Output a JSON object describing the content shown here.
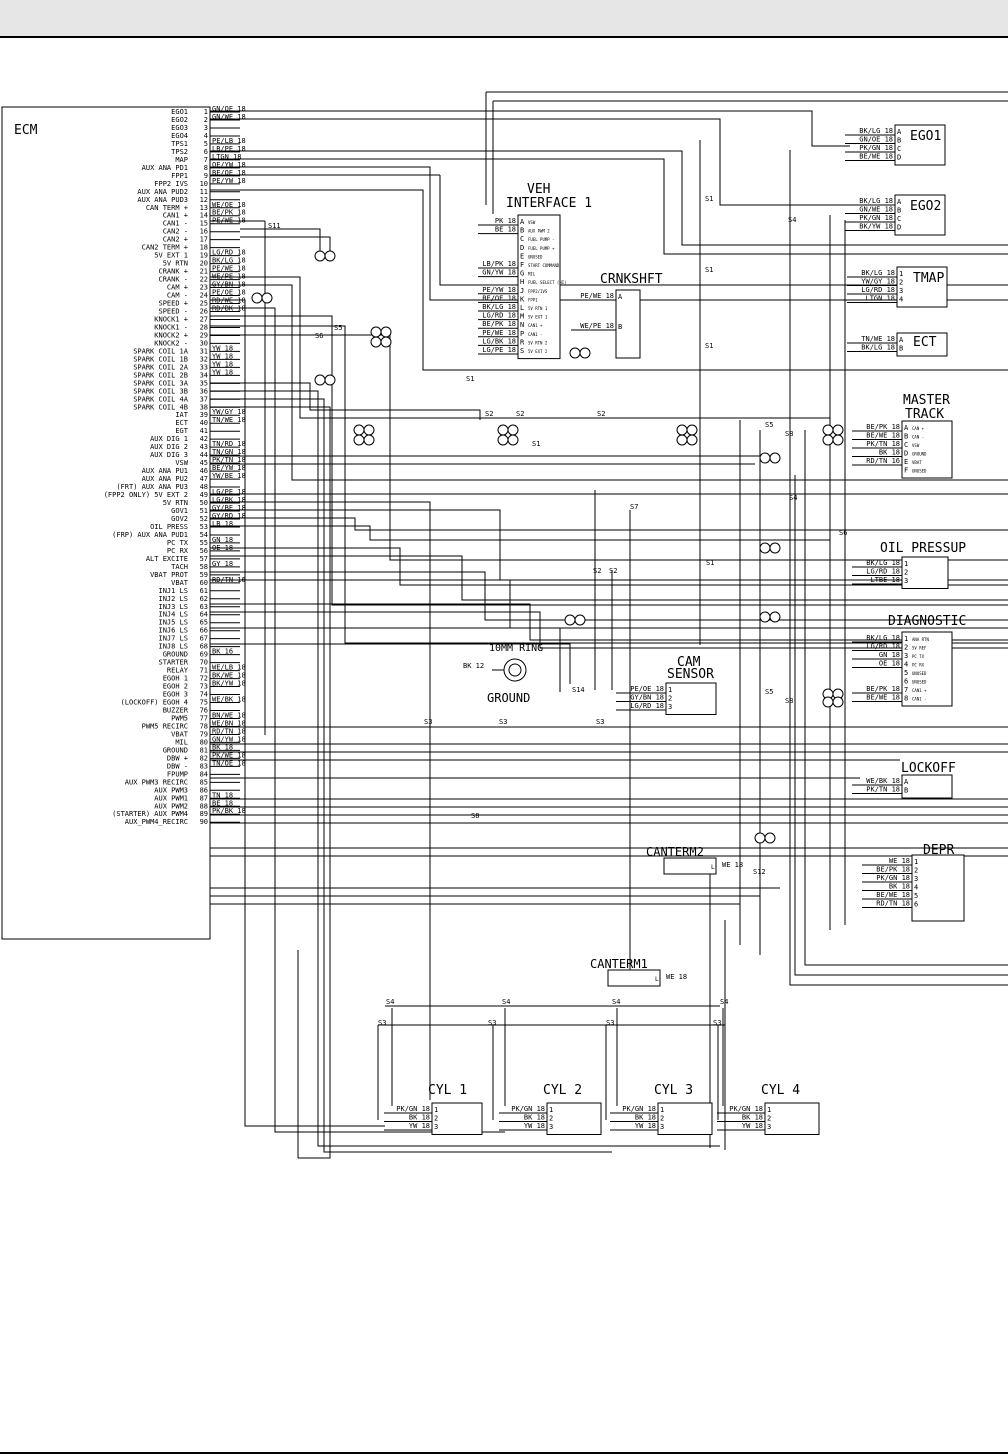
{
  "ecm": {
    "title": "ECM",
    "pins": [
      {
        "n": "1",
        "label": "EGO1",
        "wire": "GN/OE 18"
      },
      {
        "n": "2",
        "label": "EGO2",
        "wire": "GN/WE 18"
      },
      {
        "n": "3",
        "label": "EGO3",
        "wire": ""
      },
      {
        "n": "4",
        "label": "EGO4",
        "wire": ""
      },
      {
        "n": "5",
        "label": "TPS1",
        "wire": "PE/LB 18"
      },
      {
        "n": "6",
        "label": "TPS2",
        "wire": "LB/PE 18"
      },
      {
        "n": "7",
        "label": "MAP",
        "wire": "LTGN 18"
      },
      {
        "n": "8",
        "label": "AUX ANA PD1",
        "wire": "OE/YW 18"
      },
      {
        "n": "9",
        "label": "FPP1",
        "wire": "BE/OE 18"
      },
      {
        "n": "10",
        "label": "FPP2 IVS",
        "wire": "PE/YW 18"
      },
      {
        "n": "11",
        "label": "AUX ANA PUD2",
        "wire": ""
      },
      {
        "n": "12",
        "label": "AUX ANA PUD3",
        "wire": ""
      },
      {
        "n": "13",
        "label": "CAN TERM +",
        "wire": "WE/OE 18"
      },
      {
        "n": "14",
        "label": "CAN1 +",
        "wire": "BE/PK 18"
      },
      {
        "n": "15",
        "label": "CAN1 -",
        "wire": "PE/WE 18"
      },
      {
        "n": "16",
        "label": "CAN2 -",
        "wire": ""
      },
      {
        "n": "17",
        "label": "CAN2 +",
        "wire": ""
      },
      {
        "n": "18",
        "label": "CAN2 TERM +",
        "wire": ""
      },
      {
        "n": "19",
        "label": "5V EXT 1",
        "wire": "LG/RD 18"
      },
      {
        "n": "20",
        "label": "5V RTN",
        "wire": "BK/LG 18"
      },
      {
        "n": "21",
        "label": "CRANK +",
        "wire": "PE/WE 18"
      },
      {
        "n": "22",
        "label": "CRANK -",
        "wire": "WE/PE 18"
      },
      {
        "n": "23",
        "label": "CAM +",
        "wire": "GY/BN 18"
      },
      {
        "n": "24",
        "label": "CAM -",
        "wire": "PE/OE 18"
      },
      {
        "n": "25",
        "label": "SPEED +",
        "wire": "RD/WE 18"
      },
      {
        "n": "26",
        "label": "SPEED -",
        "wire": "RD/BK 18"
      },
      {
        "n": "27",
        "label": "KNOCK1 +",
        "wire": ""
      },
      {
        "n": "28",
        "label": "KNOCK1 -",
        "wire": ""
      },
      {
        "n": "29",
        "label": "KNOCK2 +",
        "wire": ""
      },
      {
        "n": "30",
        "label": "KNOCK2 -",
        "wire": ""
      },
      {
        "n": "31",
        "label": "SPARK COIL 1A",
        "wire": "YW 18"
      },
      {
        "n": "32",
        "label": "SPARK COIL 1B",
        "wire": "YW 18"
      },
      {
        "n": "33",
        "label": "SPARK COIL 2A",
        "wire": "YW 18"
      },
      {
        "n": "34",
        "label": "SPARK COIL 2B",
        "wire": "YW 18"
      },
      {
        "n": "35",
        "label": "SPARK COIL 3A",
        "wire": ""
      },
      {
        "n": "36",
        "label": "SPARK COIL 3B",
        "wire": ""
      },
      {
        "n": "37",
        "label": "SPARK COIL 4A",
        "wire": ""
      },
      {
        "n": "38",
        "label": "SPARK COIL 4B",
        "wire": ""
      },
      {
        "n": "39",
        "label": "IAT",
        "wire": "YW/GY 18"
      },
      {
        "n": "40",
        "label": "ECT",
        "wire": "TN/WE 18"
      },
      {
        "n": "41",
        "label": "EGT",
        "wire": ""
      },
      {
        "n": "42",
        "label": "AUX DIG 1",
        "wire": ""
      },
      {
        "n": "43",
        "label": "AUX DIG 2",
        "wire": "TN/RD 18"
      },
      {
        "n": "44",
        "label": "AUX DIG 3",
        "wire": "TN/GN 18"
      },
      {
        "n": "45",
        "label": "VSW",
        "wire": "PK/TN 18"
      },
      {
        "n": "46",
        "label": "AUX ANA PU1",
        "wire": "BE/YW 18"
      },
      {
        "n": "47",
        "label": "AUX ANA PU2",
        "wire": "YW/BE 18"
      },
      {
        "n": "48",
        "label": "(FRT) AUX ANA PU3",
        "wire": ""
      },
      {
        "n": "49",
        "label": "(FPP2 ONLY) 5V EXT 2",
        "wire": "LG/PE 18"
      },
      {
        "n": "50",
        "label": "5V RTN",
        "wire": "LG/BK 18"
      },
      {
        "n": "51",
        "label": "GOV1",
        "wire": "GY/BE 18"
      },
      {
        "n": "52",
        "label": "GOV2",
        "wire": "GY/RD 18"
      },
      {
        "n": "53",
        "label": "OIL PRESS",
        "wire": "LB 18"
      },
      {
        "n": "54",
        "label": "(FRP) AUX ANA PUD1",
        "wire": ""
      },
      {
        "n": "55",
        "label": "PC TX",
        "wire": "GN 18"
      },
      {
        "n": "56",
        "label": "PC RX",
        "wire": "OE 18"
      },
      {
        "n": "57",
        "label": "ALT EXCITE",
        "wire": ""
      },
      {
        "n": "58",
        "label": "TACH",
        "wire": "GY 18"
      },
      {
        "n": "59",
        "label": "VBAT PROT",
        "wire": ""
      },
      {
        "n": "60",
        "label": "VBAT",
        "wire": "RD/TN 16"
      },
      {
        "n": "61",
        "label": "INJ1 LS",
        "wire": ""
      },
      {
        "n": "62",
        "label": "INJ2 LS",
        "wire": ""
      },
      {
        "n": "63",
        "label": "INJ3 LS",
        "wire": ""
      },
      {
        "n": "64",
        "label": "INJ4 LS",
        "wire": ""
      },
      {
        "n": "65",
        "label": "INJ5 LS",
        "wire": ""
      },
      {
        "n": "66",
        "label": "INJ6 LS",
        "wire": ""
      },
      {
        "n": "67",
        "label": "INJ7 LS",
        "wire": ""
      },
      {
        "n": "68",
        "label": "INJ8 LS",
        "wire": ""
      },
      {
        "n": "69",
        "label": "GROUND",
        "wire": "BK 16"
      },
      {
        "n": "70",
        "label": "STARTER",
        "wire": ""
      },
      {
        "n": "71",
        "label": "RELAY",
        "wire": "WE/LB 18"
      },
      {
        "n": "72",
        "label": "EGOH 1",
        "wire": "BK/WE 18"
      },
      {
        "n": "73",
        "label": "EGOH 2",
        "wire": "BK/YW 18"
      },
      {
        "n": "74",
        "label": "EGOH 3",
        "wire": ""
      },
      {
        "n": "75",
        "label": "(LOCKOFF) EGOH 4",
        "wire": "WE/BK 18"
      },
      {
        "n": "76",
        "label": "BUZZER",
        "wire": ""
      },
      {
        "n": "77",
        "label": "PWM5",
        "wire": "BN/WE 18"
      },
      {
        "n": "78",
        "label": "PWM5 RECIRC",
        "wire": "WE/BN 18"
      },
      {
        "n": "79",
        "label": "VBAT",
        "wire": "RD/TN 18"
      },
      {
        "n": "80",
        "label": "MIL",
        "wire": "GN/YW 18"
      },
      {
        "n": "81",
        "label": "GROUND",
        "wire": "BK 18"
      },
      {
        "n": "82",
        "label": "DBW +",
        "wire": "PK/WE 18"
      },
      {
        "n": "83",
        "label": "DBW -",
        "wire": "TN/OE 18"
      },
      {
        "n": "84",
        "label": "FPUMP",
        "wire": ""
      },
      {
        "n": "85",
        "label": "AUX PWM3 RECIRC",
        "wire": ""
      },
      {
        "n": "86",
        "label": "AUX PWM3",
        "wire": ""
      },
      {
        "n": "87",
        "label": "AUX PWM1",
        "wire": "TN 18"
      },
      {
        "n": "88",
        "label": "AUX PWM2",
        "wire": "BE 18"
      },
      {
        "n": "89",
        "label": "(STARTER) AUX PWM4",
        "wire": "PK/BK 18"
      },
      {
        "n": "90",
        "label": "AUX_PWM4_RECIRC",
        "wire": ""
      }
    ]
  },
  "connectors": {
    "veh": {
      "title1": "VEH",
      "title2": "INTERFACE 1",
      "letters": [
        "A",
        "B",
        "C",
        "D",
        "E",
        "F",
        "G",
        "H",
        "J",
        "K",
        "L",
        "M",
        "N",
        "P",
        "R",
        "S"
      ],
      "pins": [
        "VSW",
        "AUX PWM 2",
        "FUEL PUMP -",
        "FUEL PUMP +",
        "UNUSED",
        "START COMMAND",
        "MIL",
        "FUEL SELECT (HI)",
        "FPP2/IVS",
        "FPP1",
        "5V RTN 1",
        "5V EXT 1",
        "CAN1 +",
        "CAN1 -",
        "5V RTN 2",
        "5V EXT 2"
      ],
      "wires": [
        "PK 18",
        "BE 18",
        "",
        "",
        "",
        "LB/PK 18",
        "GN/YW 18",
        "",
        "PE/YW 18",
        "BE/OE 18",
        "BK/LG 18",
        "LG/RD 18",
        "BE/PK 18",
        "PE/WE 18",
        "LG/BK 18",
        "LG/PE 18"
      ]
    },
    "crnk": {
      "title": "CRNKSHFT",
      "letters": [
        "A",
        "B"
      ],
      "wires": [
        "PE/WE 18",
        "WE/PE 18"
      ]
    },
    "ego1": {
      "title": "EGO1",
      "letters": [
        "A",
        "B",
        "C",
        "D"
      ],
      "wires": [
        "BK/LG 18",
        "GN/OE 18",
        "PK/GN 18",
        "BE/WE 18"
      ]
    },
    "ego2": {
      "title": "EGO2",
      "letters": [
        "A",
        "B",
        "C",
        "D"
      ],
      "wires": [
        "BK/LG 18",
        "GN/WE 18",
        "PK/GN 18",
        "BK/YW 18"
      ]
    },
    "tmap": {
      "title": "TMAP",
      "letters": [
        "1",
        "2",
        "3",
        "4"
      ],
      "wires": [
        "BK/LG 18",
        "YW/GY 18",
        "LG/RD 18",
        "LTGN 18"
      ]
    },
    "ect": {
      "title": "ECT",
      "letters": [
        "A",
        "B"
      ],
      "wires": [
        "TN/WE 18",
        "BK/LG 18"
      ]
    },
    "master": {
      "title1": "MASTER",
      "title2": "TRACK",
      "letters": [
        "A",
        "B",
        "C",
        "D",
        "E",
        "F"
      ],
      "pins": [
        "CAN +",
        "CAN -",
        "VSW",
        "GROUND",
        "VBAT",
        "UNUSED"
      ],
      "wires": [
        "BE/PK 18",
        "BE/WE 18",
        "PK/TN 18",
        "BK 18",
        "RD/TN 16",
        ""
      ]
    },
    "oil": {
      "title": "OIL PRESSUP",
      "letters": [
        "1",
        "2",
        "3"
      ],
      "wires": [
        "BK/LG 18",
        "LG/RD 18",
        "LTBE 18"
      ]
    },
    "diag": {
      "title": "DIAGNOSTIC",
      "letters": [
        "1",
        "2",
        "3",
        "4",
        "5",
        "6",
        "7",
        "8"
      ],
      "pins": [
        "ANA RTN",
        "5V REF",
        "PC TX",
        "PC RX",
        "UNUSED",
        "UNUSED",
        "CAN1 +",
        "CAN1 -"
      ],
      "wires": [
        "BK/LG 18",
        "LG/RD 18",
        "GN 18",
        "OE 18",
        "",
        "",
        "BE/PK 18",
        "BE/WE 18"
      ]
    },
    "cam": {
      "title1": "CAM",
      "title2": "SENSOR",
      "letters": [
        "1",
        "2",
        "3"
      ],
      "wires": [
        "PE/OE 18",
        "GY/BN 18",
        "LG/RD 18"
      ]
    },
    "lockoff": {
      "title": "LOCKOFF",
      "letters": [
        "A",
        "B"
      ],
      "wires": [
        "WE/BK 18",
        "PK/TN 18"
      ]
    },
    "depr": {
      "title": "DEPR",
      "letters": [
        "1",
        "2",
        "3",
        "4",
        "5",
        "6"
      ],
      "wires": [
        "WE 18",
        "BE/PK 18",
        "PK/GN 18",
        "BK 18",
        "BE/WE 18",
        "RD/TN 18"
      ]
    },
    "canterm2": {
      "title": "CANTERM2",
      "wire": "WE 18",
      "pin": "L"
    },
    "canterm1": {
      "title": "CANTERM1",
      "wire": "WE 18",
      "pin": "L"
    },
    "cyl1": {
      "title": "CYL 1",
      "letters": [
        "1",
        "2",
        "3"
      ],
      "wires": [
        "PK/GN 18",
        "BK 18",
        "YW 18"
      ]
    },
    "cyl2": {
      "title": "CYL 2",
      "letters": [
        "1",
        "2",
        "3"
      ],
      "wires": [
        "PK/GN 18",
        "BK 18",
        "YW 18"
      ]
    },
    "cyl3": {
      "title": "CYL 3",
      "letters": [
        "1",
        "2",
        "3"
      ],
      "wires": [
        "PK/GN 18",
        "BK 18",
        "YW 18"
      ]
    },
    "cyl4": {
      "title": "CYL 4",
      "letters": [
        "1",
        "2",
        "3"
      ],
      "wires": [
        "PK/GN 18",
        "BK 18",
        "YW 18"
      ]
    },
    "ground": {
      "title1": "10MM RING",
      "title2": "GROUND",
      "wire": "BK 12"
    }
  },
  "splices": [
    "S11",
    "S5",
    "S6",
    "S1",
    "S2",
    "S2",
    "S2",
    "S1",
    "S7",
    "S2",
    "S2",
    "S14",
    "S3",
    "S3",
    "S3",
    "S8",
    "S12",
    "S1",
    "S4",
    "S1",
    "S1",
    "S5",
    "S8",
    "S4",
    "S6",
    "S1",
    "S5",
    "S8",
    "S4",
    "S3",
    "S4",
    "S3",
    "S4",
    "S3",
    "S4",
    "S3"
  ]
}
